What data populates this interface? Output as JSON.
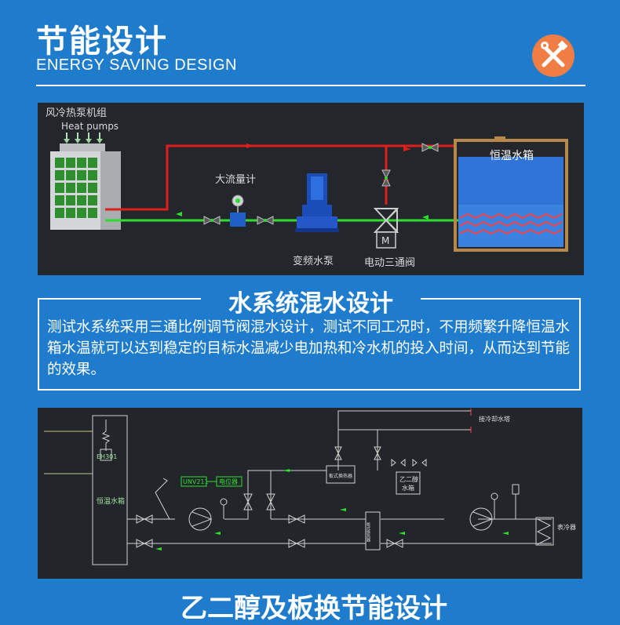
{
  "header": {
    "title_cn": "节能设计",
    "title_en": "ENERGY SAVING DESIGN",
    "icon": "tools-icon"
  },
  "diagram1": {
    "heat_pump_cn": "风冷热泵机组",
    "heat_pump_en": "Heat pumps",
    "flowmeter": "大流量计",
    "pump": "变频水泵",
    "valve": "电动三通阀",
    "tank": "恒温水箱",
    "valve_mark": "M"
  },
  "section1": {
    "title": "水系统混水设计",
    "text": "测试水系统采用三通比例调节阀混水设计，测试不同工况时，不用频繁升降恒温水箱水温就可以达到稳定的目标水温减少电加热和冷水机的投入时间，从而达到节能的效果。"
  },
  "diagram2": {
    "heater": "EH301",
    "tank": "恒温水箱",
    "sensor1": "UNV211",
    "sensor2": "电位器",
    "exchanger": "板式换热器",
    "glycol_tank_l1": "乙二醇",
    "glycol_tank_l2": "水箱",
    "cooling_tower": "接冷却水塔",
    "plate_exchanger": "板式换热器",
    "cooler": "表冷器"
  },
  "section2": {
    "title": "乙二醇及板换节能设计"
  }
}
